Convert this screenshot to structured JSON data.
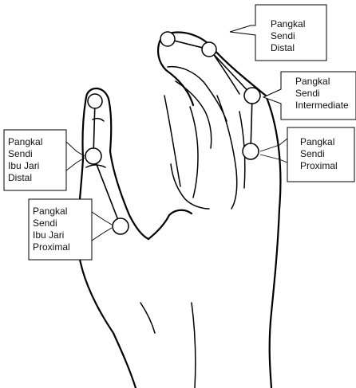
{
  "labels": {
    "distal": [
      "Pangkal",
      "Sendi",
      "Distal"
    ],
    "intermediate": [
      "Pangkal",
      "Sendi",
      "Intermediate"
    ],
    "proximal": [
      "Pangkal",
      "Sendi",
      "Proximal"
    ],
    "thumb_distal": [
      "Pangkal",
      "Sendi",
      "Ibu Jari",
      "Distal"
    ],
    "thumb_proximal": [
      "Pangkal",
      "Sendi",
      "Ibu Jari",
      "Proximal"
    ]
  }
}
